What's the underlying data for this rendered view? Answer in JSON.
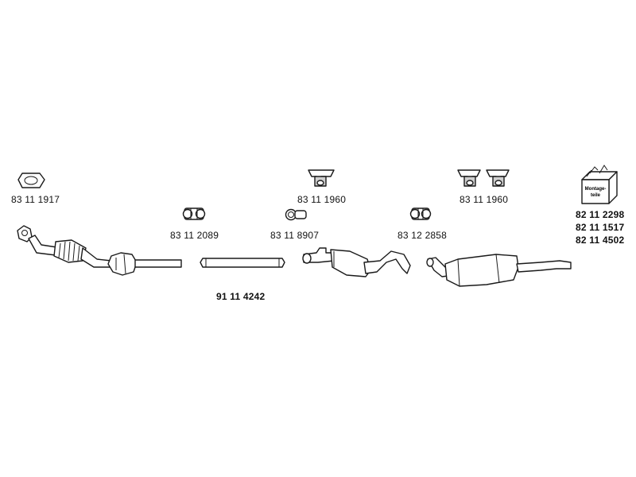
{
  "parts": {
    "gasket": "83 11 1917",
    "clamp_1": "83 11 2089",
    "hanger_1": "83 11 1960",
    "clamp_ring": "83 11 8907",
    "clamp_2": "83 12 2858",
    "hanger_2": "83 11 1960",
    "connecting_pipe": "91 11 4242",
    "kit_1": "82 11 2298",
    "kit_2": "82 11 1517",
    "kit_3": "82 11 4502"
  },
  "kit_box_text": [
    "Montage-",
    "teile"
  ],
  "icons": {
    "gasket": "gasket-icon",
    "clamp": "clamp-icon",
    "hanger": "rubber-hanger-icon",
    "ring": "clamp-ring-icon",
    "box": "mounting-kit-box-icon"
  }
}
